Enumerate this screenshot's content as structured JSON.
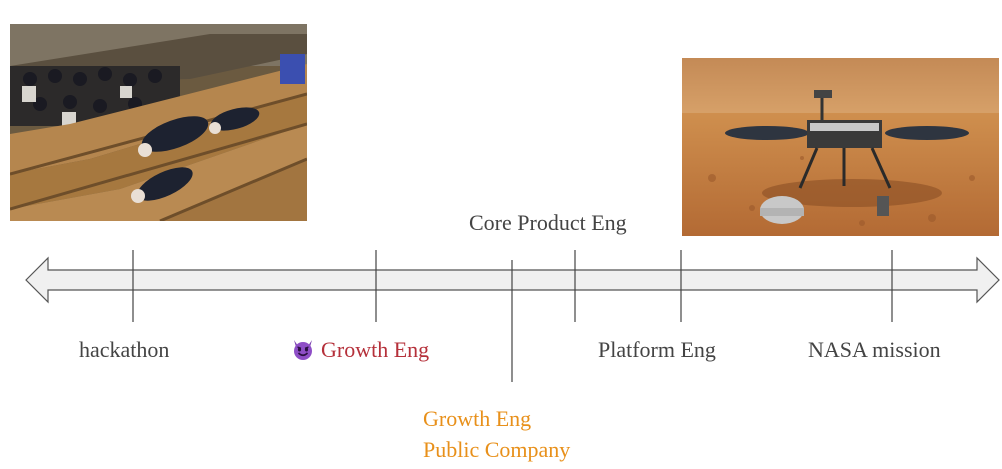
{
  "photos": {
    "left": {
      "icon": "students-lying-on-stairs-photo"
    },
    "right": {
      "icon": "mars-lander-photo"
    }
  },
  "spectrum": {
    "ticks_above": {
      "core_product": "Core Product Eng"
    },
    "labels": {
      "hackathon": "hackathon",
      "growth_eng": "Growth Eng",
      "platform_eng": "Platform Eng",
      "nasa_mission": "NASA mission"
    },
    "growth_public": {
      "line1": "Growth Eng",
      "line2": "Public Company"
    },
    "icons": {
      "growth_eng": "smiling-devil-face-icon"
    }
  },
  "colors": {
    "text": "#444444",
    "growth_eng": "#b5303a",
    "growth_public": "#e8901a",
    "arrow_fill": "#f0f0f0",
    "arrow_stroke": "#555555"
  }
}
